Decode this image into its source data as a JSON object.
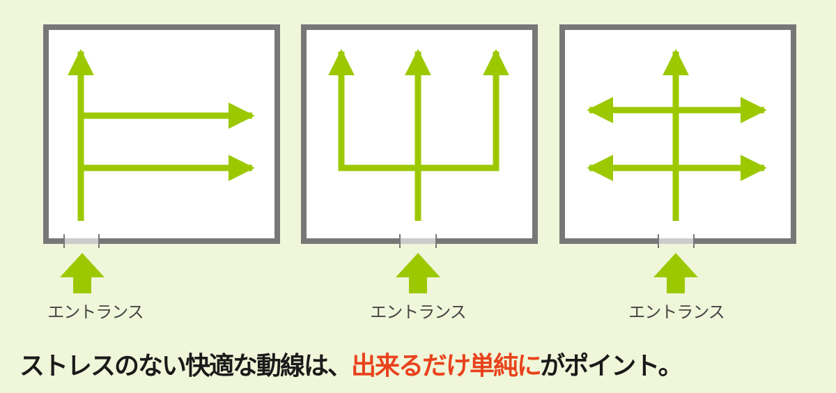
{
  "colors": {
    "background": "#f0f6d9",
    "arrow": "#9cc800",
    "wall": "#777777",
    "highlight": "#e8421c"
  },
  "panels": [
    {
      "entrance_label": "エントランス"
    },
    {
      "entrance_label": "エントランス"
    },
    {
      "entrance_label": "エントランス"
    }
  ],
  "caption": {
    "part1": "ストレスのない快適な動線は、",
    "highlight": "出来るだけ単純に",
    "part2": "がポイント。"
  }
}
